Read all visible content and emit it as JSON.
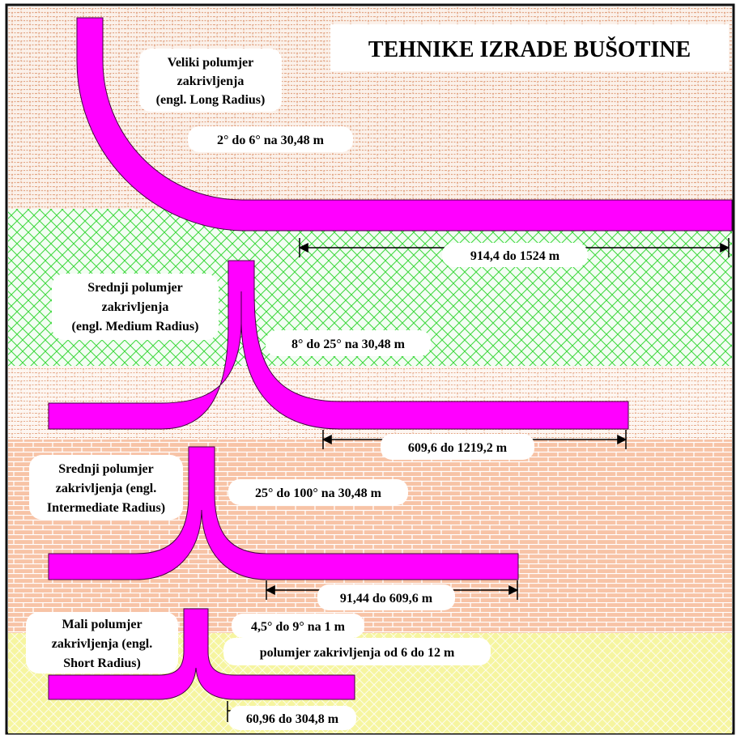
{
  "title": "TEHNIKE IZRADE BUŠOTINE",
  "colors": {
    "pipe": "#ff00ff",
    "long_layer": "#e6a888",
    "medium_green": "#33dd33",
    "medium_layer": "#e9a888",
    "intermediate_layer": "#f09060",
    "short_layer": "#e8e840",
    "label_bg": "#ffffff"
  },
  "sections": [
    {
      "name_lines": [
        "Veliki polumjer",
        "zakrivljenja",
        "(engl. Long Radius)"
      ],
      "build_rate": "2° do 6° na 30,48 m",
      "length": "914,4 do 1524 m"
    },
    {
      "name_lines": [
        "Srednji polumjer",
        "zakrivljenja",
        "(engl. Medium Radius)"
      ],
      "build_rate": "8° do 25° na 30,48 m",
      "length": "609,6 do 1219,2 m"
    },
    {
      "name_lines": [
        "Srednji polumjer",
        "zakrivljenja (engl.",
        "Intermediate Radius)"
      ],
      "build_rate": "25° do 100° na 30,48 m",
      "length": "91,44 do 609,6 m"
    },
    {
      "name_lines": [
        "Mali polumjer",
        "zakrivljenja (engl.",
        "Short Radius)"
      ],
      "build_rate": "4,5° do 9° na 1 m",
      "radius_note": "polumjer zakrivljenja od 6 do 12 m",
      "length": "60,96 do 304,8 m"
    }
  ]
}
